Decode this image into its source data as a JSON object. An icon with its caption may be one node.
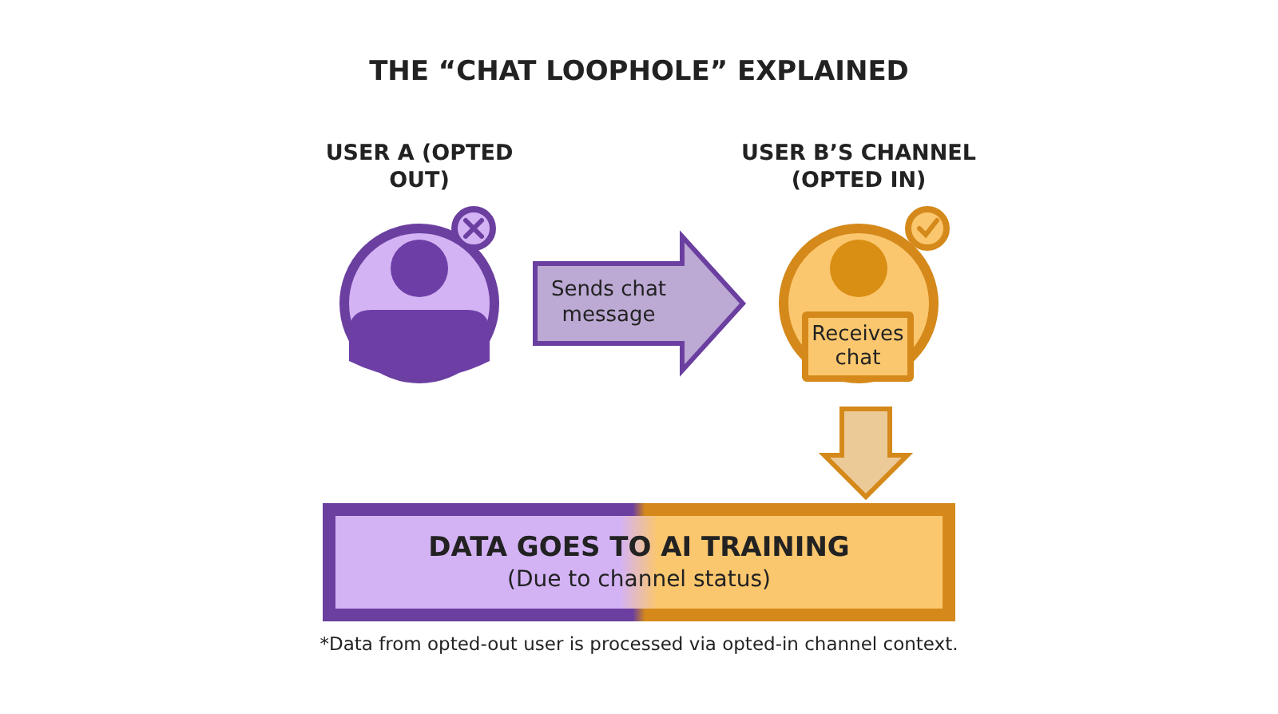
{
  "diagram": {
    "title": "THE “CHAT LOOPHOLE” EXPLAINED",
    "nodes": [
      {
        "text": [
          "USER A (OPTED OUT)"
        ]
      },
      {
        "text": [
          "USER B’S CHANNEL (OPTED IN)"
        ]
      },
      {
        "text": [
          "Receives chat"
        ],
        "in": 1
      },
      {
        "text": [
          "DATA GOES TO AI TRAINING",
          "(Due to channel status)"
        ]
      }
    ],
    "edges": [
      {
        "from": 0,
        "to": 1,
        "arrow": "to",
        "label": "Sends chat message",
        "style": "thick",
        "color": "#6b3fa0"
      },
      {
        "from": 1,
        "to": 3,
        "arrow": "to",
        "style": "thick",
        "color": "#d4891a"
      }
    ],
    "labels": [
      "*Data from opted-out user is processed via opted-in channel context."
    ]
  }
}
